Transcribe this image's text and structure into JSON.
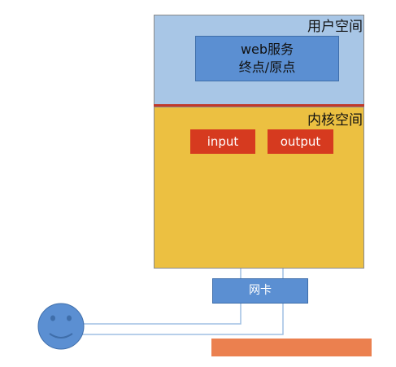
{
  "regions": {
    "user_space": "用户空间",
    "kernel_space": "内核空间"
  },
  "web_endpoint": {
    "line1": "web服务",
    "line2": "终点/原点"
  },
  "kernel_boxes": {
    "input": "input",
    "output": "output"
  },
  "nic": "网卡",
  "colors": {
    "user_space": "#a8c6e6",
    "kernel_space": "#ecc041",
    "divider": "#c0392b",
    "endpoint_box": "#5b8fd2",
    "kernel_box": "#d63a1f",
    "connector": "#9fbfe3",
    "client_face": "#5b8fd2"
  },
  "icons": {
    "client": "smiley-face-icon"
  }
}
